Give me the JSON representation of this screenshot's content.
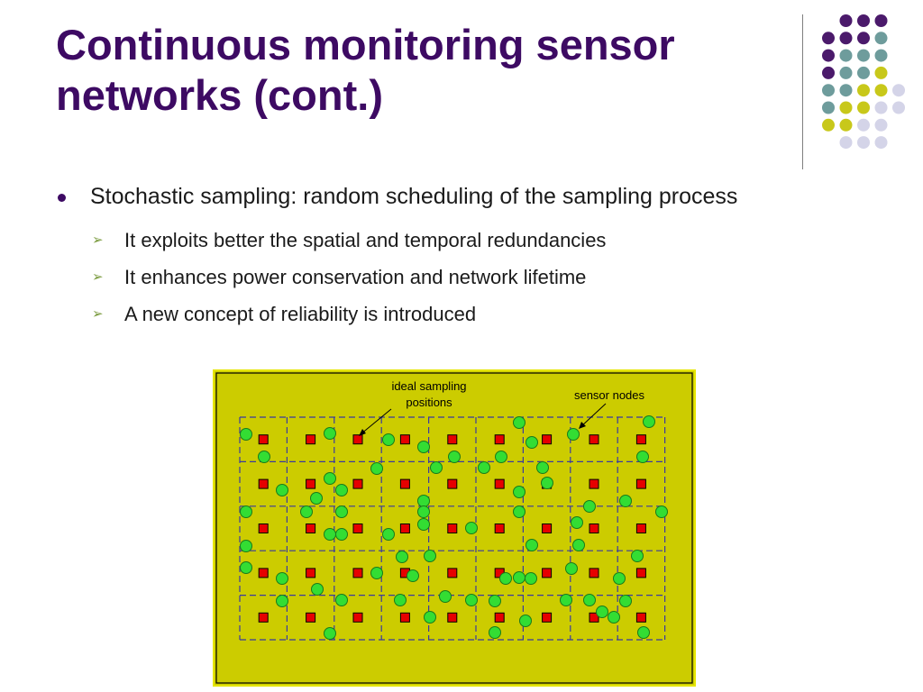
{
  "title": "Continuous monitoring sensor networks (cont.)",
  "colors": {
    "title": "#3d0a63",
    "purple_dot": "#4b1a6b",
    "teal_dot": "#6e9c9c",
    "olive_dot": "#c8c81a",
    "lavender_dot": "#d4d4e8",
    "diagram_background": "#cccc00",
    "grid_line": "#3a3aa0",
    "sampling_position": "#e60000",
    "sensor_node": "#33dd33"
  },
  "bullet": {
    "text": "Stochastic sampling: random scheduling of the sampling process",
    "sub_items": [
      "It exploits better the spatial and temporal redundancies",
      "It enhances power conservation and network lifetime",
      "A new concept of reliability is introduced"
    ]
  },
  "diagram": {
    "label_ideal": [
      "ideal sampling",
      "positions"
    ],
    "label_sensors": "sensor nodes",
    "grid": {
      "columns": 9,
      "rows": 5
    }
  }
}
